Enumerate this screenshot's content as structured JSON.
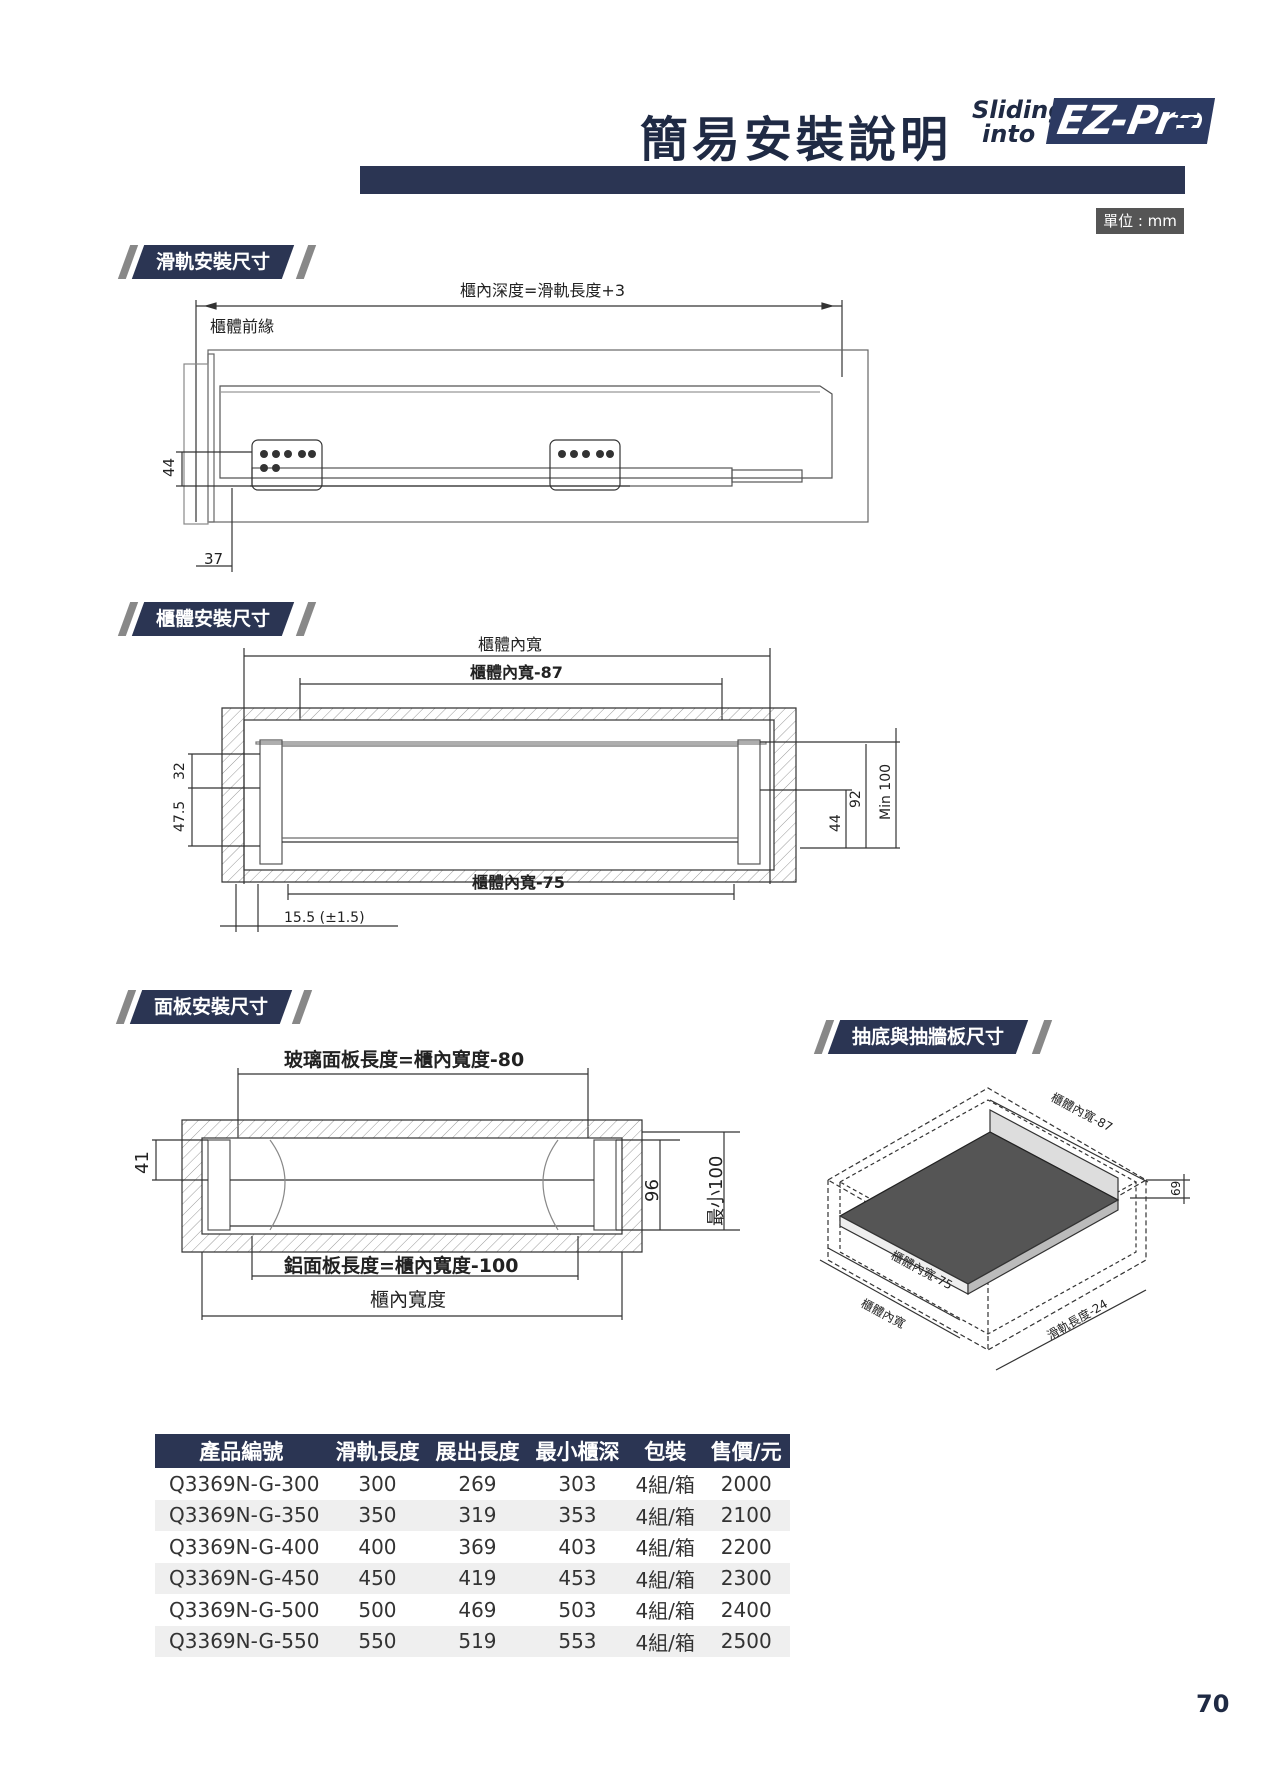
{
  "header": {
    "title": "簡易安裝說明",
    "logo_sliding": "Sliding",
    "logo_into": "into",
    "logo_brand": "EZ-Pro",
    "unit": "單位 : mm",
    "accent": "#2b3553"
  },
  "sections": {
    "rail": {
      "title": "滑軌安裝尺寸",
      "depth_label": "櫃內深度=滑軌長度+3",
      "front_edge": "櫃體前緣",
      "dim_height": "44",
      "dim_offset": "37"
    },
    "cabinet": {
      "title": "櫃體安裝尺寸",
      "inner_width": "櫃體內寬",
      "inner_minus_87": "櫃體內寬-87",
      "inner_minus_75": "櫃體內寬-75",
      "dim_32": "32",
      "dim_47_5": "47.5",
      "dim_15_5": "15.5 (±1.5)",
      "dim_44": "44",
      "dim_92": "92",
      "dim_min100": "Min 100"
    },
    "panel": {
      "title": "面板安裝尺寸",
      "glass_length": "玻璃面板長度=櫃內寬度-80",
      "alu_length": "鋁面板長度=櫃內寬度-100",
      "inner_width": "櫃內寬度",
      "dim_41": "41",
      "dim_96": "96",
      "dim_min100": "最小100"
    },
    "bottom": {
      "title": "抽底與抽牆板尺寸",
      "inner_minus_87": "櫃體內寬-87",
      "inner_minus_75": "櫃體內寬-75",
      "inner_width": "櫃體內寬",
      "rail_minus_24": "滑軌長度-24",
      "dim_69": "69"
    }
  },
  "table": {
    "headers": [
      "產品編號",
      "滑軌長度",
      "展出長度",
      "最小櫃深",
      "包裝",
      "售價/元"
    ],
    "rows": [
      [
        "Q3369N-G-300",
        "300",
        "269",
        "303",
        "4組/箱",
        "2000"
      ],
      [
        "Q3369N-G-350",
        "350",
        "319",
        "353",
        "4組/箱",
        "2100"
      ],
      [
        "Q3369N-G-400",
        "400",
        "369",
        "403",
        "4組/箱",
        "2200"
      ],
      [
        "Q3369N-G-450",
        "450",
        "419",
        "453",
        "4組/箱",
        "2300"
      ],
      [
        "Q3369N-G-500",
        "500",
        "469",
        "503",
        "4組/箱",
        "2400"
      ],
      [
        "Q3369N-G-550",
        "550",
        "519",
        "553",
        "4組/箱",
        "2500"
      ]
    ]
  },
  "page_number": "70"
}
